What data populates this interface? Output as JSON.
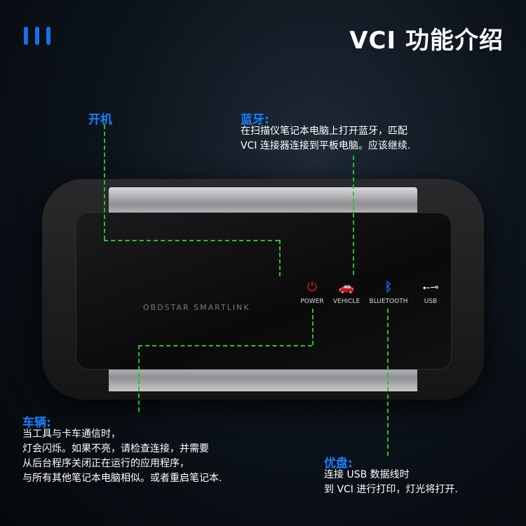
{
  "title": "VCI 功能介绍",
  "device": {
    "brand_text": "OBDSTAR SMARTLINK",
    "leds": [
      {
        "label": "POWER",
        "icon": "power-icon",
        "color": "#e02020"
      },
      {
        "label": "VEHICLE",
        "icon": "car-icon",
        "color": "#22c02a"
      },
      {
        "label": "BLUETOOTH",
        "icon": "bluetooth-icon",
        "color": "#1a5fe0"
      },
      {
        "label": "USB",
        "icon": "usb-icon",
        "color": "#ffffff"
      }
    ]
  },
  "callouts": {
    "power": {
      "title": "开机"
    },
    "bluetooth": {
      "title": "蓝牙:",
      "lines": [
        "在扫描仪笔记本电脑上打开蓝牙，匹配",
        "VCI 连接器连接到平板电脑。应该继续."
      ]
    },
    "vehicle": {
      "title": "车辆:",
      "lines": [
        "当工具与卡车通信时，",
        "灯会闪烁。如果不亮，请检查连接，并需要",
        "从后台程序关闭正在运行的应用程序，",
        "与所有其他笔记本电脑相似。或者重启笔记本."
      ]
    },
    "usb": {
      "title": "优盘:",
      "lines": [
        "连接 USB 数据线时",
        "到 VCI 进行打印，灯光将打开."
      ]
    }
  }
}
